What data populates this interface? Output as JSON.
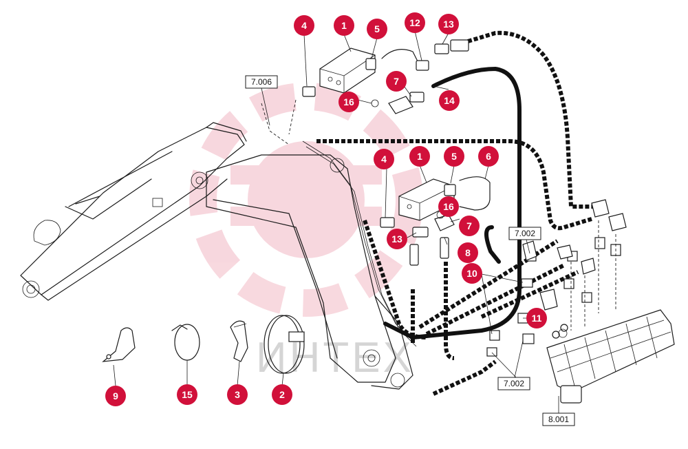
{
  "callouts": [
    {
      "id": "c-4a",
      "label": "4"
    },
    {
      "id": "c-1a",
      "label": "1"
    },
    {
      "id": "c-5a",
      "label": "5"
    },
    {
      "id": "c-12",
      "label": "12"
    },
    {
      "id": "c-13a",
      "label": "13"
    },
    {
      "id": "c-7a",
      "label": "7"
    },
    {
      "id": "c-16a",
      "label": "16"
    },
    {
      "id": "c-14",
      "label": "14"
    },
    {
      "id": "c-4b",
      "label": "4"
    },
    {
      "id": "c-1b",
      "label": "1"
    },
    {
      "id": "c-5b",
      "label": "5"
    },
    {
      "id": "c-6",
      "label": "6"
    },
    {
      "id": "c-16b",
      "label": "16"
    },
    {
      "id": "c-7b",
      "label": "7"
    },
    {
      "id": "c-13b",
      "label": "13"
    },
    {
      "id": "c-8",
      "label": "8"
    },
    {
      "id": "c-10",
      "label": "10"
    },
    {
      "id": "c-11",
      "label": "11"
    },
    {
      "id": "c-9",
      "label": "9"
    },
    {
      "id": "c-15",
      "label": "15"
    },
    {
      "id": "c-3",
      "label": "3"
    },
    {
      "id": "c-2",
      "label": "2"
    }
  ],
  "references": [
    {
      "id": "r-7006",
      "label": "7.006"
    },
    {
      "id": "r-7002a",
      "label": "7.002"
    },
    {
      "id": "r-7002b",
      "label": "7.002"
    },
    {
      "id": "r-8001",
      "label": "8.001"
    }
  ],
  "watermark": {
    "text": "ИНТЕХ",
    "color": "#d1103a"
  }
}
